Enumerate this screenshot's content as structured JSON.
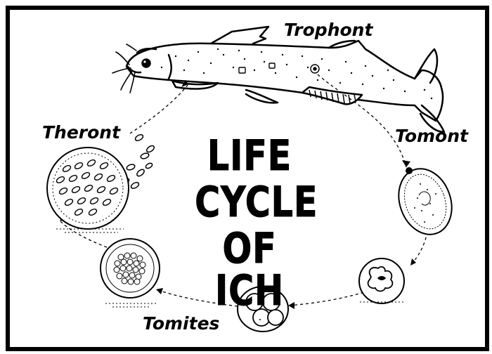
{
  "title": {
    "line1": "LIFE",
    "line2": "CYCLE",
    "line3": "OF ICH"
  },
  "stages": {
    "trophont": "Trophont",
    "tomont": "Tomont",
    "tomites": "Tomites",
    "theront": "Theront"
  },
  "colors": {
    "ink": "#000000",
    "background": "#ffffff"
  }
}
